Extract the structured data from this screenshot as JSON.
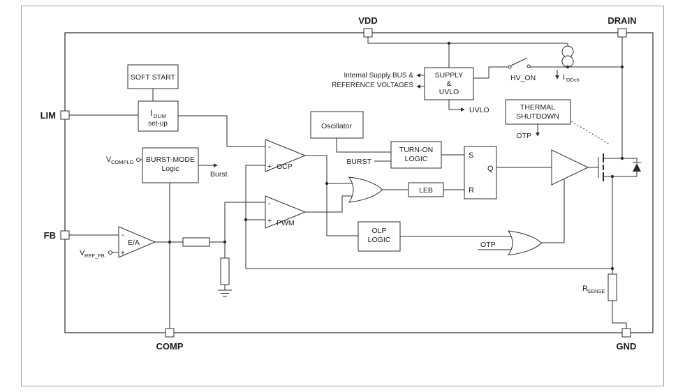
{
  "pins": {
    "vdd": "VDD",
    "drain": "DRAIN",
    "lim": "LIM",
    "fb": "FB",
    "comp": "COMP",
    "gnd": "GND"
  },
  "blocks": {
    "soft_start": {
      "label": "SOFT START"
    },
    "idlim": {
      "sym": "I",
      "sub": "DLIM",
      "line2": "set-up"
    },
    "burst_mode": {
      "line1": "BURST-MODE",
      "line2": "Logic"
    },
    "oscillator": {
      "label": "Oscillator"
    },
    "supply": {
      "line1": "SUPPLY",
      "line2": "&",
      "line3": "UVLO"
    },
    "thermal": {
      "line1": "THERMAL",
      "line2": "SHUTDOWN"
    },
    "turn_on": {
      "line1": "TURN-ON",
      "line2": "LOGIC"
    },
    "latch": {
      "s": "S",
      "r": "R",
      "q": "Q"
    },
    "leb": {
      "label": "LEB"
    },
    "olp": {
      "line1": "OLP",
      "line2": "LOGIC"
    }
  },
  "amps": {
    "ocp": "OCP",
    "pwm": "PWM",
    "ea": "E/A",
    "minus": "-",
    "plus": "+"
  },
  "signals": {
    "internal_supply1": "Internal Supply BUS &",
    "internal_supply2": "REFERENCE VOLTAGES",
    "hv_on": "HV_ON",
    "uvlo": "UVLO",
    "otp": "OTP",
    "burst_out": "Burst",
    "burst_in": "BURST",
    "iddch_sym": "I",
    "iddch_sub": "DDch",
    "vcomplo_sym": "V",
    "vcomplo_sub": "COMPLO",
    "vref_sym": "V",
    "vref_sub": "REF_FB",
    "rsense_sym": "R",
    "rsense_sub": "SENSE"
  },
  "colors": {
    "stroke": "#2b2b2b",
    "background": "#ffffff",
    "frame": "#9a9a9a"
  }
}
